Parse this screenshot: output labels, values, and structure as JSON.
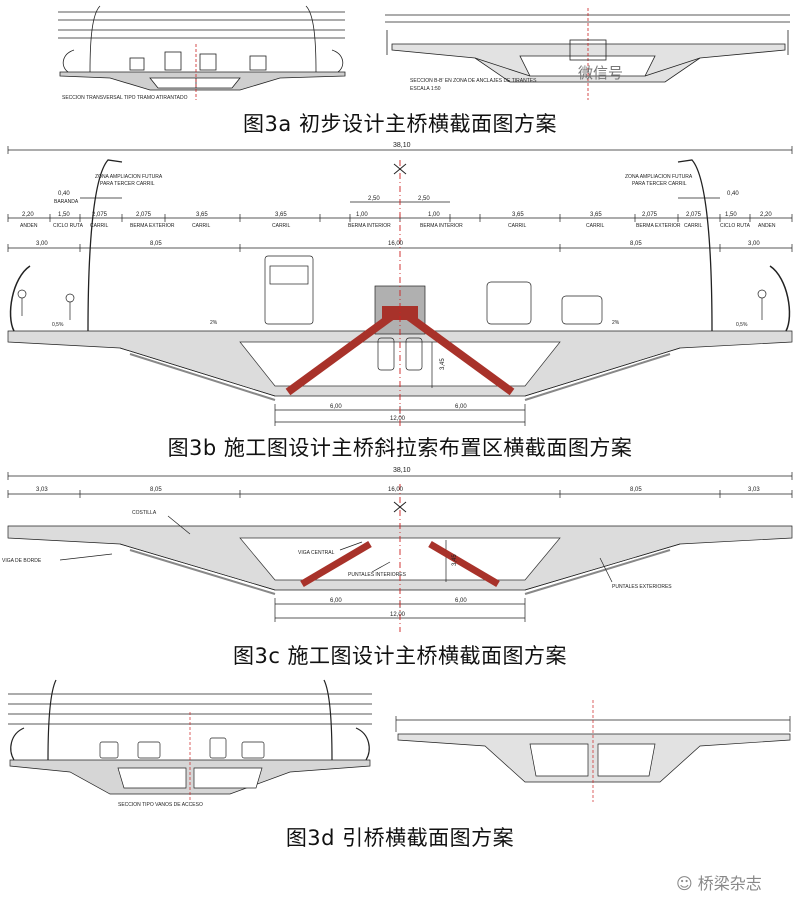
{
  "captions": {
    "fig3a": "图3a 初步设计主桥横截面图方案",
    "fig3b": "图3b 施工图设计主桥斜拉索布置区横截面图方案",
    "fig3c": "图3c 施工图设计主桥横截面图方案",
    "fig3d": "图3d 引桥横截面图方案"
  },
  "fig3a": {
    "left_note": "SECCION TRANSVERSAL TIPO TRAMO ATIRANTADO",
    "right_note": "SECCION B-B' EN ZONA DE ANCLAJES DE TIRANTES",
    "right_scale": "ESCALA 1:50",
    "watermark": "微信号"
  },
  "fig3b": {
    "total": "38,10",
    "half_left": "0,40",
    "baranda": "BARANDA",
    "zona_left": "ZONA AMPLIACION FUTURA",
    "zona_left2": "PARA TERCER CARRIL",
    "zona_right": "ZONA AMPLIACION FUTURA",
    "zona_right2": "PARA TERCER CARRIL",
    "half_right": "0,40",
    "c250l": "2,50",
    "c250r": "2,50",
    "segs": [
      "2,20",
      "1,50",
      "2,075",
      "2,075",
      "3,65",
      "3,65",
      "1,00",
      "1,00",
      "3,65",
      "3,65",
      "2,075",
      "2,075",
      "1,50",
      "2,20"
    ],
    "seg_labels": [
      "ANDEN",
      "CICLO RUTA",
      "CARRIL",
      "BERMA EXTERIOR",
      "CARRIL",
      "CARRIL",
      "BERMA INTERIOR",
      "BERMA INTERIOR",
      "CARRIL",
      "CARRIL",
      "BERMA EXTERIOR",
      "CARRIL",
      "CICLO RUTA",
      "ANDEN"
    ],
    "d300l": "3,00",
    "d805l": "8,05",
    "d1600": "16,00",
    "d805r": "8,05",
    "d300r": "3,00",
    "slope_l": "0,5%",
    "slope_l2": "2%",
    "slope_r": "2%",
    "slope_r2": "0,5%",
    "h345": "3,45",
    "b600l": "6,00",
    "b600r": "6,00",
    "b1200": "12,00"
  },
  "fig3c": {
    "total": "38,10",
    "d303l": "3,03",
    "d805l": "8,05",
    "d1600": "16,00",
    "d805r": "8,05",
    "d303r": "3,03",
    "costilla": "COSTILLA",
    "viga_borde": "VIGA DE BORDE",
    "viga_central": "VIGA CENTRAL",
    "puntales_int": "PUNTALES INTERIORES",
    "puntales_ext": "PUNTALES EXTERIORES",
    "h345": "3,45",
    "b600l": "6,00",
    "b600r": "6,00",
    "b1200": "12,00"
  },
  "fig3d": {
    "left_note": "SECCION TIPO VANOS DE ACCESO"
  },
  "watermark_bottom": "桥梁杂志",
  "colors": {
    "strut": "#a8322a",
    "deck": "#d9d9d9",
    "line": "#222222",
    "axis": "#cc2222"
  }
}
